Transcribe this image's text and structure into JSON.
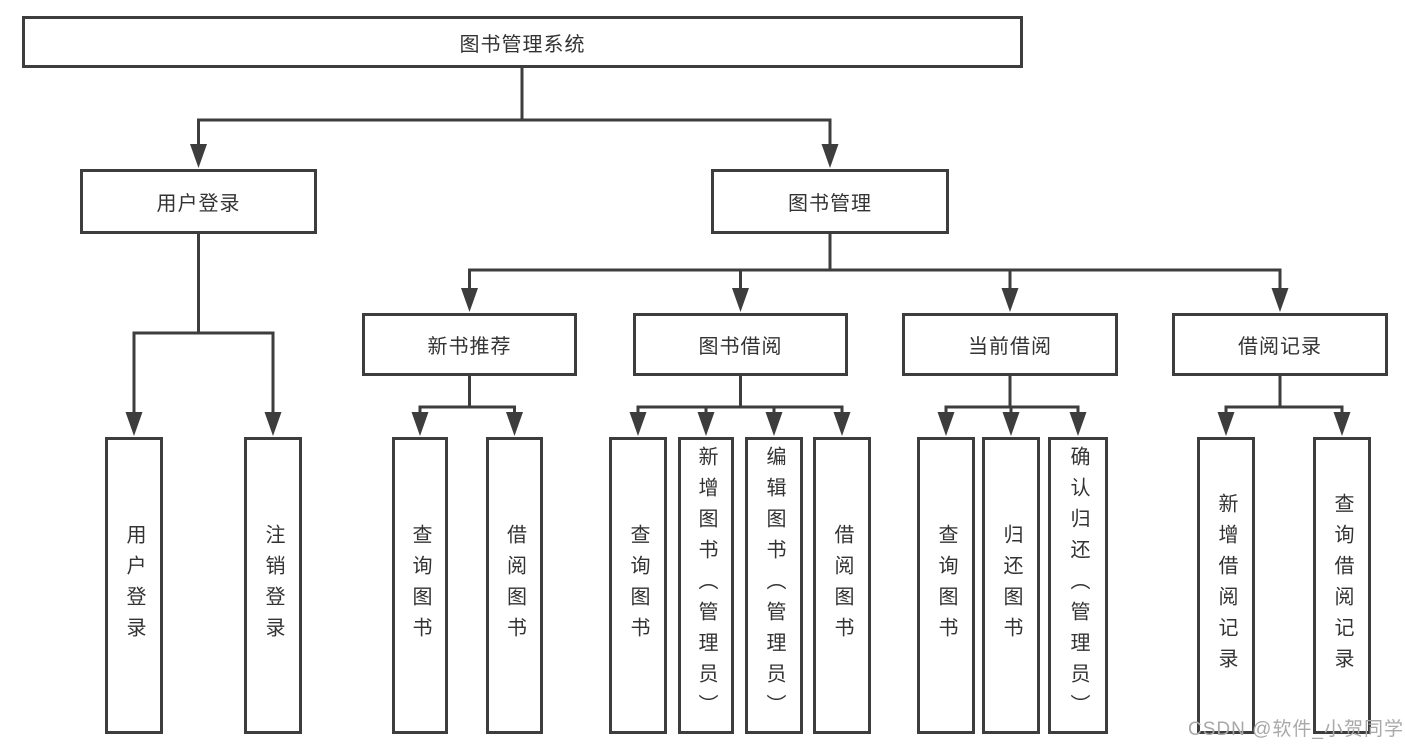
{
  "diagram": {
    "root": {
      "label": "图书管理系统"
    },
    "level2": [
      {
        "label": "用户登录"
      },
      {
        "label": "图书管理"
      }
    ],
    "level3": [
      {
        "label": "新书推荐"
      },
      {
        "label": "图书借阅"
      },
      {
        "label": "当前借阅"
      },
      {
        "label": "借阅记录"
      }
    ],
    "leaves": {
      "login": [
        {
          "label": "用户登录"
        },
        {
          "label": "注销登录"
        }
      ],
      "recommend": [
        {
          "label": "查询图书"
        },
        {
          "label": "借阅图书"
        }
      ],
      "borrow": [
        {
          "label": "查询图书"
        },
        {
          "label": "新增图书（管理员）"
        },
        {
          "label": "编辑图书（管理员）"
        },
        {
          "label": "借阅图书"
        }
      ],
      "current": [
        {
          "label": "查询图书"
        },
        {
          "label": "归还图书"
        },
        {
          "label": "确认归还（管理员）"
        }
      ],
      "records": [
        {
          "label": "新增借阅记录"
        },
        {
          "label": "查询借阅记录"
        }
      ]
    },
    "colors": {
      "line": "#3d3d3d",
      "text": "#333333",
      "watermark": "#a9a9a9",
      "background": "#ffffff"
    }
  },
  "watermark": {
    "text": "CSDN @软件_小贺同学"
  }
}
